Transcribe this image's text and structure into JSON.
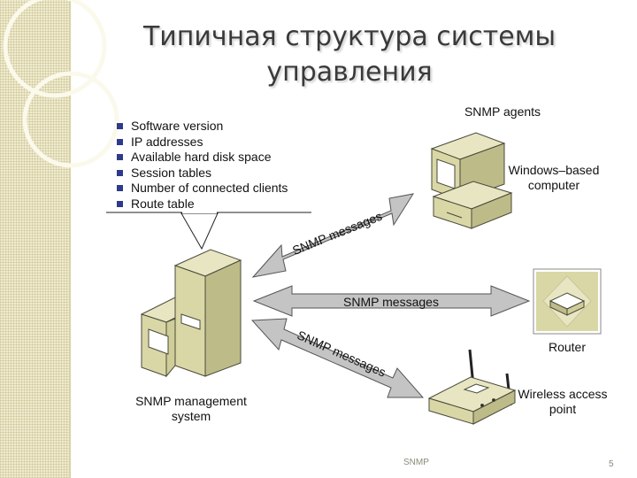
{
  "slide": {
    "title_line1": "Типичная структура системы",
    "title_line2": "управления",
    "footer_text": "SNMP",
    "page_number": "5"
  },
  "callout": {
    "items": [
      "Software version",
      "IP addresses",
      "Available hard disk space",
      "Session tables",
      "Number of connected clients",
      "Route table"
    ]
  },
  "nodes": {
    "agents_heading": "SNMP agents",
    "windows_line1": "Windows–based",
    "windows_line2": "computer",
    "router": "Router",
    "wireless_line1": "Wireless access",
    "wireless_line2": "point",
    "mgmt_line1": "SNMP management",
    "mgmt_line2": "system"
  },
  "arrows": {
    "top": "SNMP messages",
    "middle": "SNMP messages",
    "bottom": "SNMP messages"
  },
  "colors": {
    "device_fill": "#d9d7a6",
    "device_top": "#e8e6c2",
    "arrow_fill": "#c4c4c4",
    "bullet": "#2f3a8a"
  }
}
